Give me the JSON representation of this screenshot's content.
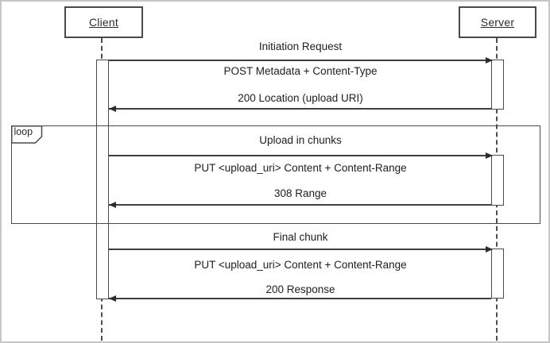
{
  "window": {
    "background": "#ffffff",
    "frame_border_color": "#c6c6c6"
  },
  "diagram": {
    "type": "uml-sequence",
    "colors": {
      "line": "#3f3f3f",
      "box_border": "#4a4a4a",
      "text": "#202020"
    },
    "actors": [
      {
        "name": "Client"
      },
      {
        "name": "Server"
      }
    ],
    "fragment": {
      "label": "loop"
    },
    "exchanges": [
      {
        "title": "Initiation Request",
        "request": "POST Metadata + Content-Type",
        "response": "200 Location (upload URI)",
        "in_loop": false
      },
      {
        "title": "Upload in chunks",
        "request": "PUT <upload_uri> Content + Content-Range",
        "response": "308 Range",
        "in_loop": true
      },
      {
        "title": "Final chunk",
        "request": "PUT <upload_uri> Content + Content-Range",
        "response": "200 Response",
        "in_loop": false
      }
    ]
  }
}
